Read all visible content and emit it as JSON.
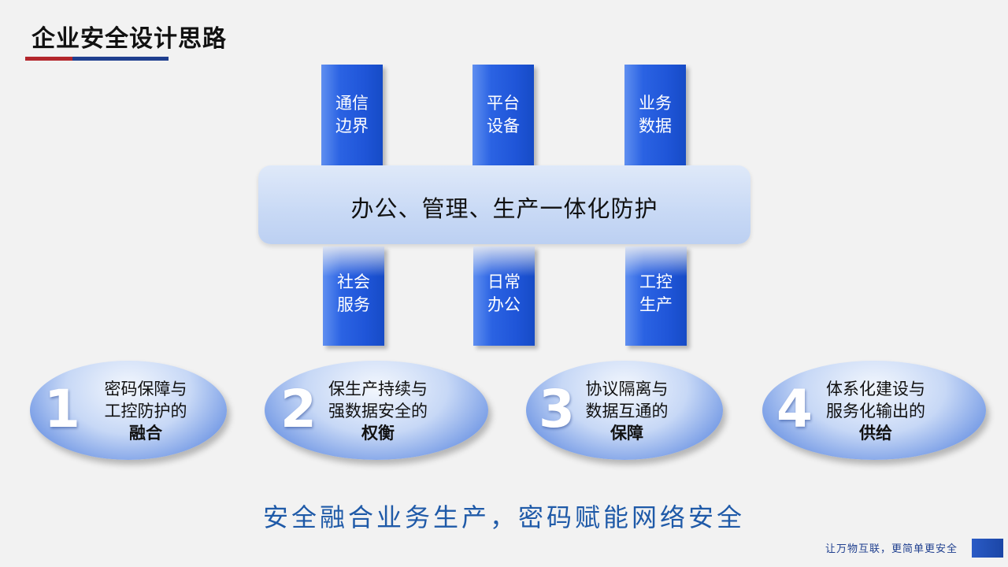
{
  "title": "企业安全设计思路",
  "top_pillars": [
    "通信\n边界",
    "平台\n设备",
    "业务\n数据"
  ],
  "band_label": "办公、管理、生产一体化防护",
  "bottom_pillars": [
    "社会\n服务",
    "日常\n办公",
    "工控\n生产"
  ],
  "principles": [
    {
      "num": "1",
      "line1": "密码保障与",
      "line2": "工控防护的",
      "strong": "融合"
    },
    {
      "num": "2",
      "line1": "保生产持续与",
      "line2": "强数据安全的",
      "strong": "权衡"
    },
    {
      "num": "3",
      "line1": "协议隔离与",
      "line2": "数据互通的",
      "strong": "保障"
    },
    {
      "num": "4",
      "line1": "体系化建设与",
      "line2": "服务化输出的",
      "strong": "供给"
    }
  ],
  "slogan": "安全融合业务生产，密码赋能网络安全",
  "footer": "让万物互联，更简单更安全",
  "colors": {
    "accent_red": "#b3262c",
    "accent_blue": "#1f3f8f",
    "pillar_blue": "#1f55d8",
    "slogan_blue": "#1f5aa8"
  }
}
